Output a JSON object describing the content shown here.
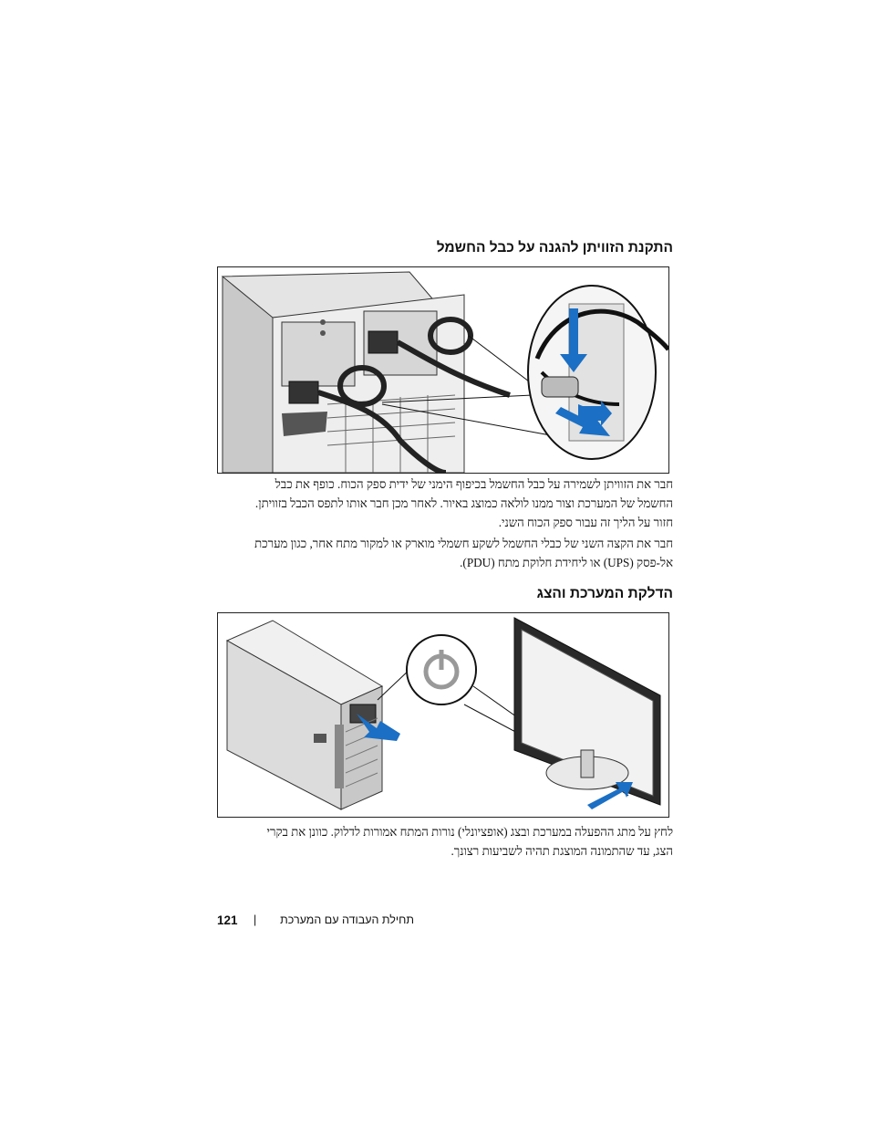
{
  "section1": {
    "heading": "התקנת הזוויתן להגנה על כבל החשמל",
    "paragraph1": [
      "חבר את הזוויתן לשמירה על כבל החשמל בכיפוף הימני של ידית ספק הכוח. כופף את כבל",
      "החשמל של המערכת וצור ממנו לולאה כמוצג באיור. לאחר מכן חבר אותו לתפס הכבל בזוויתן.",
      "חזור על הליך זה עבור ספק הכוח השני."
    ],
    "paragraph2": [
      "חבר את הקצה השני של כבלי החשמל לשקע חשמלי מוארק או למקור מתח אחר, כגון מערכת",
      "אל-פסק (UPS) או ליחידת חלוקת מתח (PDU)."
    ]
  },
  "section2": {
    "heading": "הדלקת המערכת והצג",
    "paragraph": [
      "לחץ על מתג ההפעלה במערכת ובצג (אופציונלי) נורות המתח אמורות לדלוק. כוונן את בקרי",
      "הצג, עד שהתמונה המוצגת תהיה לשביעות רצונך."
    ]
  },
  "footer": {
    "page_number": "121",
    "separator": "|",
    "chapter": "תחילת העבודה עם המערכת"
  },
  "colors": {
    "arrow_blue": "#1b6fc4",
    "line": "#222222",
    "panel_gray": "#d8d8d8"
  }
}
